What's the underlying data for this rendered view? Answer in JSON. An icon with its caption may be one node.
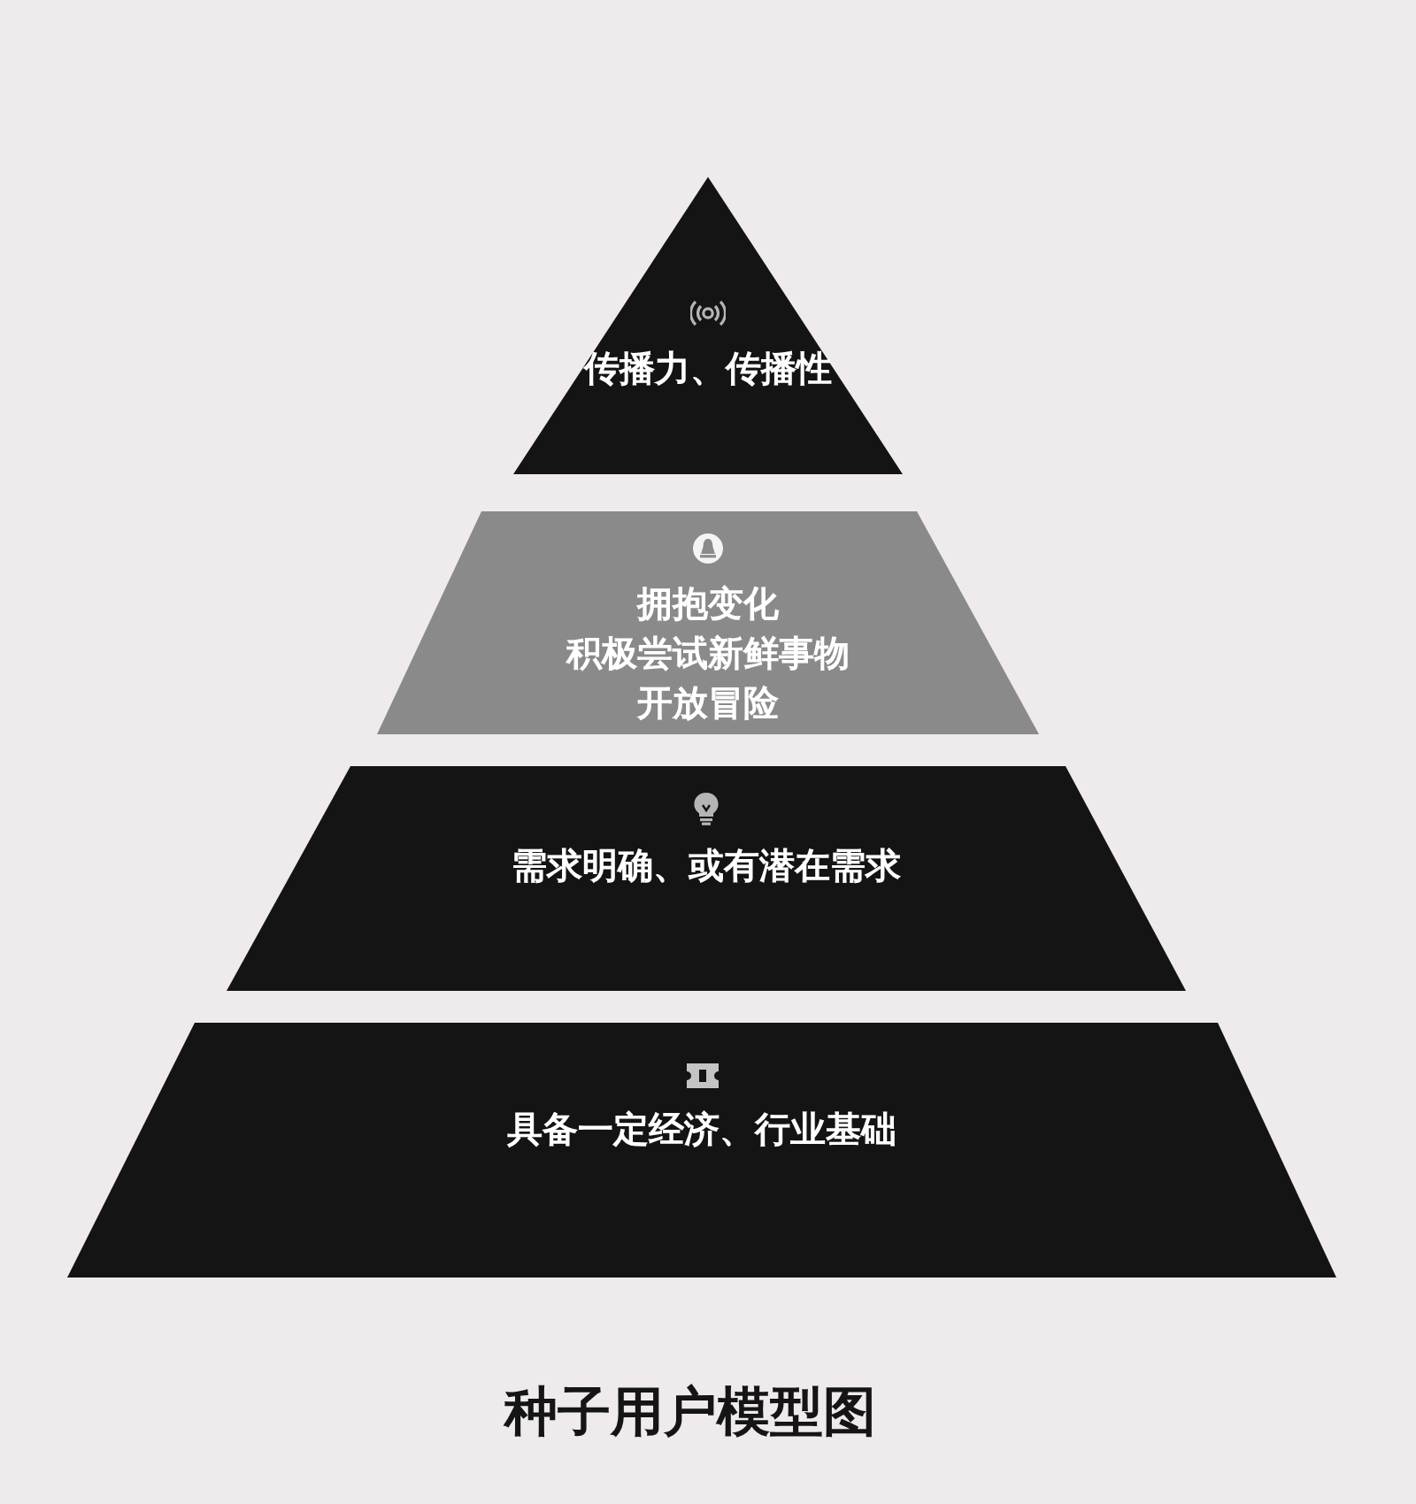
{
  "diagram": {
    "caption": "种子用户模型图",
    "nodes": [
      {
        "text": [
          "传播力、传播性"
        ]
      },
      {
        "text": [
          "拥抱变化",
          "积极尝试新鲜事物",
          "开放冒险"
        ]
      },
      {
        "text": [
          "需求明确、或有潜在需求"
        ]
      },
      {
        "text": [
          "具备一定经济、行业基础"
        ]
      }
    ]
  }
}
